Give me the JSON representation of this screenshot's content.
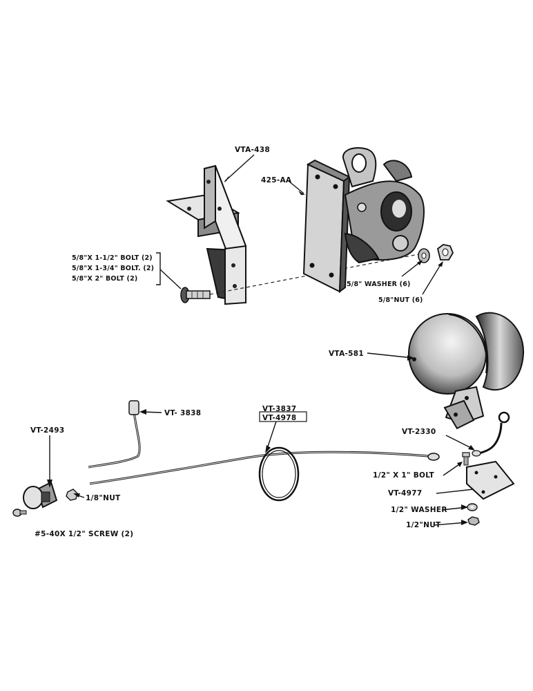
{
  "labels": {
    "vta438": "VTA-438",
    "aa425": "425-AA",
    "bolt_a": "5/8\"X 1-1/2\" BOLT (2)",
    "bolt_b": "5/8\"X 1-3/4\" BOLT. (2)",
    "bolt_c": "5/8\"X 2\" BOLT (2)",
    "washer58": "5/8\" WASHER (6)",
    "nut58": "5/8\"NUT (6)",
    "vta581": "VTA-581",
    "vt3838": "VT- 3838",
    "vt3837": "VT-3837",
    "vt4978": "VT-4978",
    "vt2493": "VT-2493",
    "nut18": "1/8\"NUT",
    "screw": "#5-40X 1/2\" SCREW (2)",
    "vt2330": "VT-2330",
    "bolt12": "1/2\" X 1\" BOLT",
    "vt4977": "VT-4977",
    "washer12": "1/2\" WASHER",
    "nut12": "1/2\"NUT"
  }
}
